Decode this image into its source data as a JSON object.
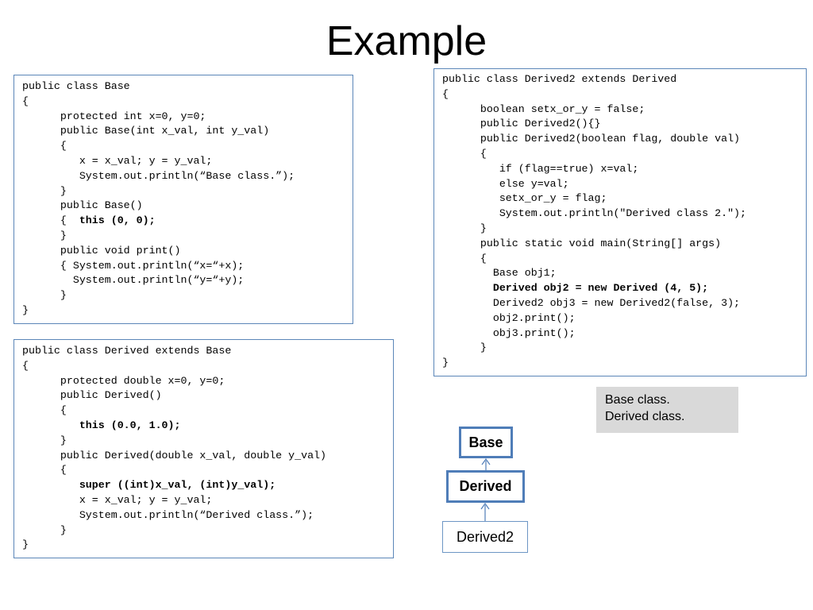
{
  "slide": {
    "title": "Example"
  },
  "code": {
    "base": [
      {
        "text": "public class Base"
      },
      {
        "text": "{"
      },
      {
        "text": "      protected int x=0, y=0;"
      },
      {
        "text": "      public Base(int x_val, int y_val)"
      },
      {
        "text": "      {"
      },
      {
        "text": "         x = x_val; y = y_val;"
      },
      {
        "text": "         System.out.println(“Base class.”);"
      },
      {
        "text": "      }"
      },
      {
        "text": "      public Base()"
      },
      {
        "text": "      {  ",
        "bold": "this (0, 0);"
      },
      {
        "text": "      }"
      },
      {
        "text": "      public void print()"
      },
      {
        "text": "      { System.out.println(“x=“+x);"
      },
      {
        "text": "        System.out.println(“y=“+y);"
      },
      {
        "text": "      }"
      },
      {
        "text": "}"
      }
    ],
    "derived": [
      {
        "text": "public class Derived extends Base"
      },
      {
        "text": "{"
      },
      {
        "text": "      protected double x=0, y=0;"
      },
      {
        "text": "      public Derived()"
      },
      {
        "text": "      {"
      },
      {
        "text": "         ",
        "bold": "this (0.0, 1.0);"
      },
      {
        "text": "      }"
      },
      {
        "text": "      public Derived(double x_val, double y_val)"
      },
      {
        "text": "      {"
      },
      {
        "text": "         ",
        "bold": "super ((int)x_val, (int)y_val);"
      },
      {
        "text": "         x = x_val; y = y_val;"
      },
      {
        "text": "         System.out.println(“Derived class.”);"
      },
      {
        "text": "      }"
      },
      {
        "text": "}"
      }
    ],
    "derived2": [
      {
        "text": "public class Derived2 extends Derived"
      },
      {
        "text": "{"
      },
      {
        "text": "      boolean setx_or_y = false;"
      },
      {
        "text": "      public Derived2(){}"
      },
      {
        "text": "      public Derived2(boolean flag, double val)"
      },
      {
        "text": "      {"
      },
      {
        "text": "         if (flag==true) x=val;"
      },
      {
        "text": "         else y=val;"
      },
      {
        "text": "         setx_or_y = flag;"
      },
      {
        "text": "         System.out.println(\"Derived class 2.\");"
      },
      {
        "text": "      }"
      },
      {
        "text": "      public static void main(String[] args)"
      },
      {
        "text": "      {"
      },
      {
        "text": "        Base obj1;"
      },
      {
        "text": "        ",
        "bold": "Derived obj2 = new Derived (4, 5);"
      },
      {
        "text": "        Derived2 obj3 = new Derived2(false, 3);"
      },
      {
        "text": "        obj2.print();"
      },
      {
        "text": "        obj3.print();"
      },
      {
        "text": "      }"
      },
      {
        "text": "}"
      }
    ]
  },
  "output": {
    "lines": [
      "Base class.",
      "Derived class."
    ]
  },
  "hierarchy": {
    "base": "Base",
    "derived": "Derived",
    "derived2": "Derived2",
    "arrow_color": "#4f7db8"
  }
}
